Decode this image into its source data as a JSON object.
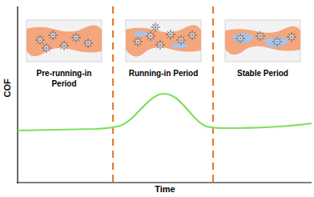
{
  "diagram": {
    "labels": [
      "COF",
      "Pre-running-in Period",
      "Running-in Period",
      "Stable Period",
      "Time"
    ]
  }
}
